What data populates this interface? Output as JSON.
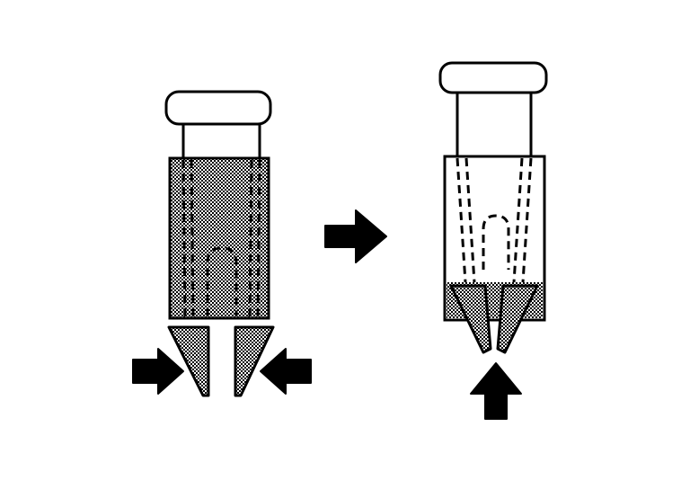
{
  "diagram": {
    "colors": {
      "stroke": "#000000",
      "background": "#ffffff",
      "stipple": "#8a8a8a"
    },
    "panels": [
      {
        "id": "before",
        "state": "prongs squeezed inward by two side arrows"
      },
      {
        "id": "after",
        "state": "clip inserted, prongs spread, push arrow from below"
      }
    ],
    "icons": [
      "right-arrow-icon",
      "left-arrow-icon",
      "up-arrow-icon",
      "transition-arrow-icon"
    ]
  }
}
